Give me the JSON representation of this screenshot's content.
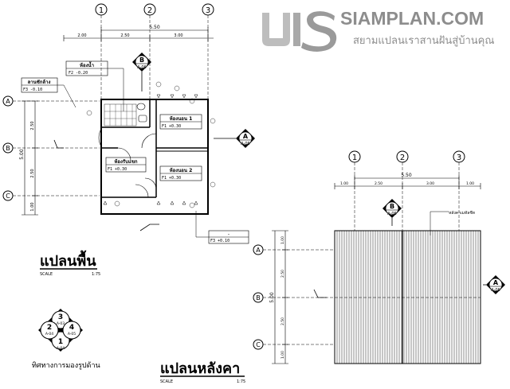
{
  "brand": {
    "name": "SIAMPLAN.COM",
    "tagline": "สยามแปลนเราสานฝันสู่บ้านคุณ"
  },
  "floor_plan": {
    "title": "แปลนพื้น",
    "scale_label": "SCALE",
    "scale_value": "1:75",
    "grid_top": [
      "1",
      "2",
      "3"
    ],
    "grid_left": [
      "A",
      "B",
      "C"
    ],
    "dims_top_total": "5.50",
    "dims_top": [
      "2.00",
      "2.50",
      "3.00"
    ],
    "dims_left_total": "5.00",
    "dims_left": [
      "2.50",
      "2.50",
      "1.00"
    ],
    "rooms": {
      "bathroom": "ห้องน้ำ",
      "bathroom_level": "F2 -0.20",
      "laundry": "ลานซักล้าง",
      "laundry_level": "F3 -0.10",
      "bedroom1": "ห้องนอน 1",
      "bedroom1_level": "F1 +0.30",
      "living": "ห้องรับแขก",
      "living_level": "F1 +0.30",
      "bedroom2": "ห้องนอน 2",
      "bedroom2_level": "F1 +0.30",
      "porch": "-",
      "porch_level": "F3 +0.10"
    },
    "section_b": {
      "letter": "B",
      "sheet": "A-06"
    },
    "section_a": {
      "letter": "A",
      "sheet": "A-06"
    }
  },
  "elevation_key": {
    "caption": "ทิศทางการมองรูปด้าน",
    "top": {
      "num": "3",
      "sheet": "A-03"
    },
    "left": {
      "num": "2",
      "sheet": "A-04"
    },
    "right": {
      "num": "4",
      "sheet": "A-05"
    },
    "bottom": {
      "num": "1",
      "sheet": "A-04"
    }
  },
  "roof_plan": {
    "title": "แปลนหลังคา",
    "scale_label": "SCALE",
    "scale_value": "1:75",
    "grid_top": [
      "1",
      "2",
      "3"
    ],
    "grid_left": [
      "A",
      "B",
      "C"
    ],
    "dims_top_total": "5.50",
    "dims_top": [
      "1.00",
      "2.50",
      "3.00",
      "1.00"
    ],
    "dims_left_total": "5.00",
    "dims_left": [
      "1.00",
      "2.50",
      "2.50",
      "1.00"
    ],
    "roof_note": "หลังคาเมทัลชีท",
    "section_b": {
      "letter": "B",
      "sheet": "A-06"
    },
    "section_a": {
      "letter": "A",
      "sheet": "A-06"
    }
  }
}
